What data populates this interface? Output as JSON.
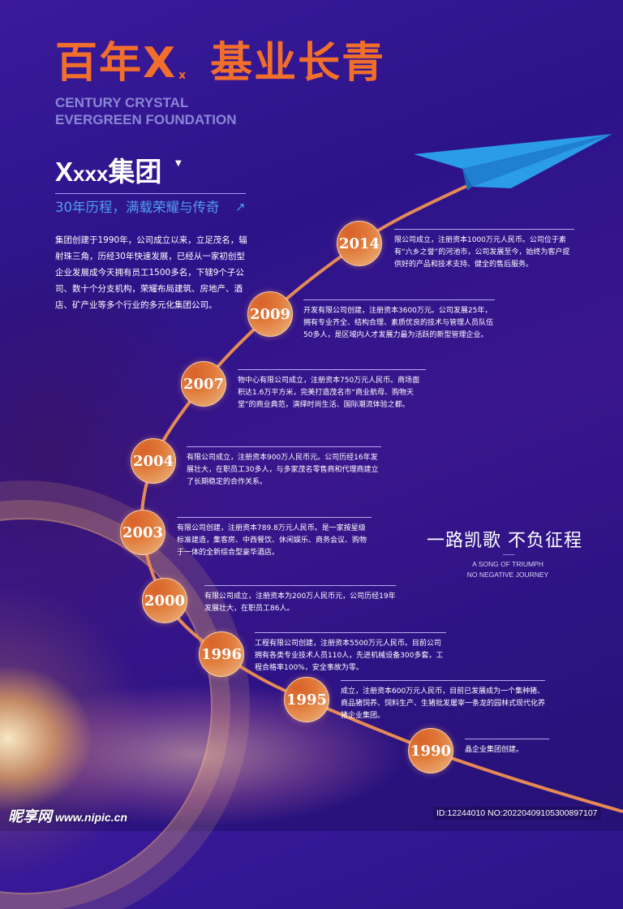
{
  "header": {
    "title_part1": "百年X",
    "title_sub": "x",
    "title_part2": "基业长青",
    "subtitle_line1": "CENTURY CRYSTAL",
    "subtitle_line2": "EVERGREEN FOUNDATION"
  },
  "group": {
    "name_big": "X",
    "name_small": "xxx",
    "name_cn": "集团",
    "mark": "▼",
    "slogan": "30年历程，满载荣耀与传奇",
    "slogan_icon": "arrow-up-right-icon",
    "slogan_icon_glyph": "↗",
    "intro": "集团创建于1990年，公司成立以来，立足茂名，辐射珠三角，历经30年快速发展，已经从一家初创型企业发展成今天拥有员工1500多名，下辖9个子公司、数十个分支机构，荣耀布局建筑、房地产、酒店、矿产业等多个行业的多元化集团公司。"
  },
  "timeline": [
    {
      "year": "2014",
      "text": "限公司成立，注册资本1000万元人民币。公司位于素有“六乡之誉”的河池市，公司发展至今，始终为客户提供好的产品和技术支持、健全的售后服务。"
    },
    {
      "year": "2009",
      "text": "开发有限公司创建，注册资本3600万元。公司发展25年，拥有专业齐全、结构合理、素质优良的技术与管理人员队伍50多人，是区域内人才发展力最为活跃的新型管理企业。"
    },
    {
      "year": "2007",
      "text": "物中心有限公司成立，注册资本750万元人民币。商场面积达1.6万平方米，完美打造茂名市“商业航母、购物天堂”的商业典范，演绎时尚生活、国际潮流体验之都。"
    },
    {
      "year": "2004",
      "text": "有限公司成立，注册资本900万人民币元。公司历经16年发展壮大，在职员工30多人，与多家茂名零售商和代理商建立了长期稳定的合作关系。"
    },
    {
      "year": "2003",
      "text": "有限公司创建，注册资本789.8万元人民币。是一家按星级标准建造，集客房、中西餐饮、休闲娱乐、商务会议、购物于一体的全新综合型豪华酒店。"
    },
    {
      "year": "2000",
      "text": "有限公司成立，注册资本为200万人民币元，公司历经19年发展壮大，在职员工86人。"
    },
    {
      "year": "1996",
      "text": "工程有限公司创建，注册资本5500万元人民币。目前公司拥有各类专业技术人员110人，先进机械设备300多套，工程合格率100%，安全事故为零。"
    },
    {
      "year": "1995",
      "text": "成立，注册资本600万元人民币，目前已发展成为一个集种猪、商品猪饲养、饲料生产、生猪批发屠宰一条龙的园林式现代化养猪企业集团。"
    },
    {
      "year": "1990",
      "text": "晶企业集团创建。"
    }
  ],
  "tagline": {
    "cn": "一路凯歌 不负征程",
    "en_line1": "A SONG OF TRIUMPH",
    "en_line2": "NO NEGATIVE JOURNEY"
  },
  "watermark": {
    "logo": "昵享网",
    "url": "www.nipic.cn",
    "id": "ID:12244010 NO:20220409105300897107"
  },
  "colors": {
    "background": "#2c138a",
    "title_orange": "#f26f2b",
    "subtitle_lavender": "#8a86d6",
    "slogan_blue": "#4f9ff0",
    "node_orange": "#e07a3a",
    "path_orange": "#e58a55",
    "plane_blue": "#1e8fe0"
  }
}
